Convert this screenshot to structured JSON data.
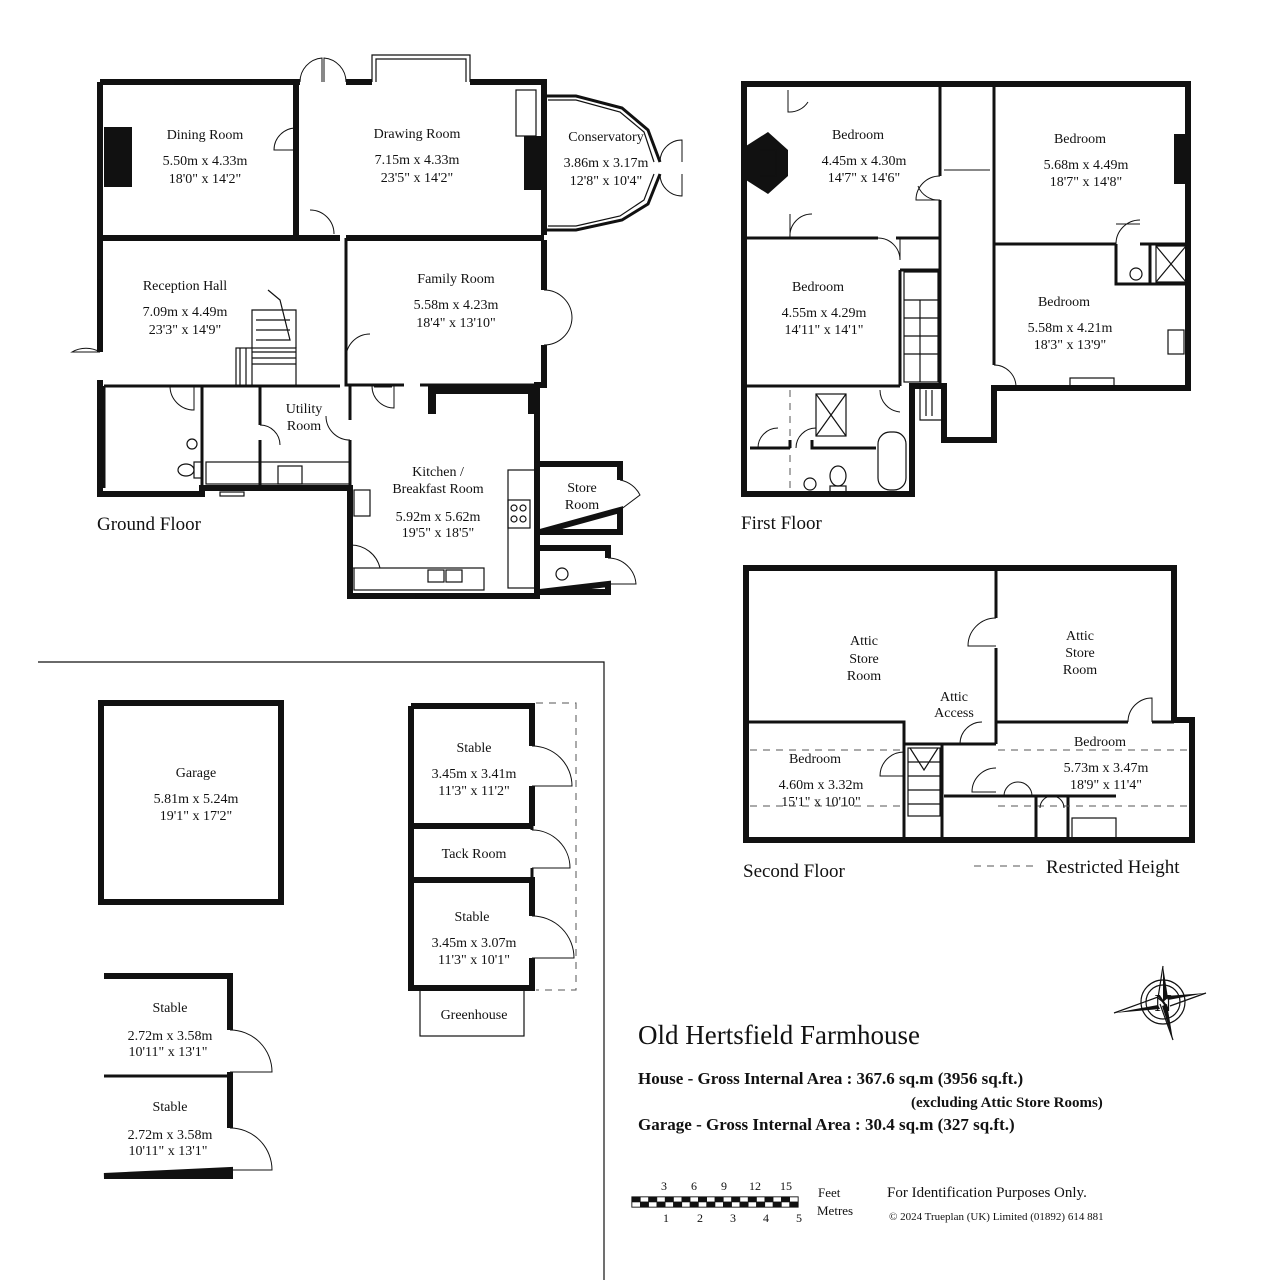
{
  "floors": {
    "ground": "Ground Floor",
    "first": "First Floor",
    "second": "Second Floor"
  },
  "rooms": {
    "dining": {
      "name": "Dining Room",
      "metric": "5.50m  x  4.33m",
      "imperial": "18'0\"  x  14'2\""
    },
    "drawing": {
      "name": "Drawing Room",
      "metric": "7.15m  x  4.33m",
      "imperial": "23'5\"  x  14'2\""
    },
    "conservatory": {
      "name": "Conservatory",
      "metric": "3.86m  x  3.17m",
      "imperial": "12'8\"  x  10'4\""
    },
    "reception": {
      "name": "Reception Hall",
      "metric": "7.09m  x  4.49m",
      "imperial": "23'3\"  x  14'9\""
    },
    "family": {
      "name": "Family Room",
      "metric": "5.58m  x  4.23m",
      "imperial": "18'4\"  x  13'10\""
    },
    "utility": {
      "line1": "Utility",
      "line2": "Room"
    },
    "kitchen": {
      "line1": "Kitchen /",
      "line2": "Breakfast Room",
      "metric": "5.92m  x  5.62m",
      "imperial": "19'5\"  x  18'5\""
    },
    "store": {
      "line1": "Store",
      "line2": "Room"
    },
    "bed1": {
      "name": "Bedroom",
      "metric": "4.45m  x  4.30m",
      "imperial": "14'7\"  x  14'6\""
    },
    "bed2": {
      "name": "Bedroom",
      "metric": "5.68m  x  4.49m",
      "imperial": "18'7\"  x  14'8\""
    },
    "bed3": {
      "name": "Bedroom",
      "metric": "4.55m  x  4.29m",
      "imperial": "14'11\"  x  14'1\""
    },
    "bed4": {
      "name": "Bedroom",
      "metric": "5.58m  x  4.21m",
      "imperial": "18'3\"  x  13'9\""
    },
    "attic1": {
      "line1": "Attic",
      "line2": "Store",
      "line3": "Room"
    },
    "attic2": {
      "line1": "Attic",
      "line2": "Store",
      "line3": "Room"
    },
    "attic_access": {
      "line1": "Attic",
      "line2": "Access"
    },
    "bed5": {
      "name": "Bedroom",
      "metric": "4.60m  x  3.32m",
      "imperial": "15'1\"  x  10'10\""
    },
    "bed6": {
      "name": "Bedroom",
      "metric": "5.73m  x  3.47m",
      "imperial": "18'9\"  x  11'4\""
    },
    "garage": {
      "name": "Garage",
      "metric": "5.81m  x  5.24m",
      "imperial": "19'1\"  x  17'2\""
    },
    "stable1": {
      "name": "Stable",
      "metric": "3.45m  x  3.41m",
      "imperial": "11'3\"  x  11'2\""
    },
    "tack": {
      "name": "Tack Room"
    },
    "stable2": {
      "name": "Stable",
      "metric": "3.45m  x  3.07m",
      "imperial": "11'3\"  x  10'1\""
    },
    "greenhouse": {
      "name": "Greenhouse"
    },
    "stable3": {
      "name": "Stable",
      "metric": "2.72m  x  3.58m",
      "imperial": "10'11\"  x  13'1\""
    },
    "stable4": {
      "name": "Stable",
      "metric": "2.72m  x  3.58m",
      "imperial": "10'11\"  x  13'1\""
    }
  },
  "legend": {
    "restricted": "Restricted Height"
  },
  "compass": {
    "letter": "N"
  },
  "info": {
    "title": "Old Hertsfield Farmhouse",
    "house_area": "House - Gross Internal Area  :  367.6 sq.m   (3956 sq.ft.)",
    "house_note": "(excluding Attic Store Rooms)",
    "garage_area": "Garage - Gross Internal Area  :  30.4 sq.m   (327 sq.ft.)",
    "disclaimer": "For Identification Purposes Only.",
    "copyright": "© 2024 Trueplan (UK) Limited  (01892) 614 881"
  },
  "scale": {
    "feet_ticks": [
      "3",
      "6",
      "9",
      "12",
      "15"
    ],
    "metre_ticks": [
      "1",
      "2",
      "3",
      "4",
      "5"
    ],
    "feet_label": "Feet",
    "metres_label": "Metres"
  }
}
